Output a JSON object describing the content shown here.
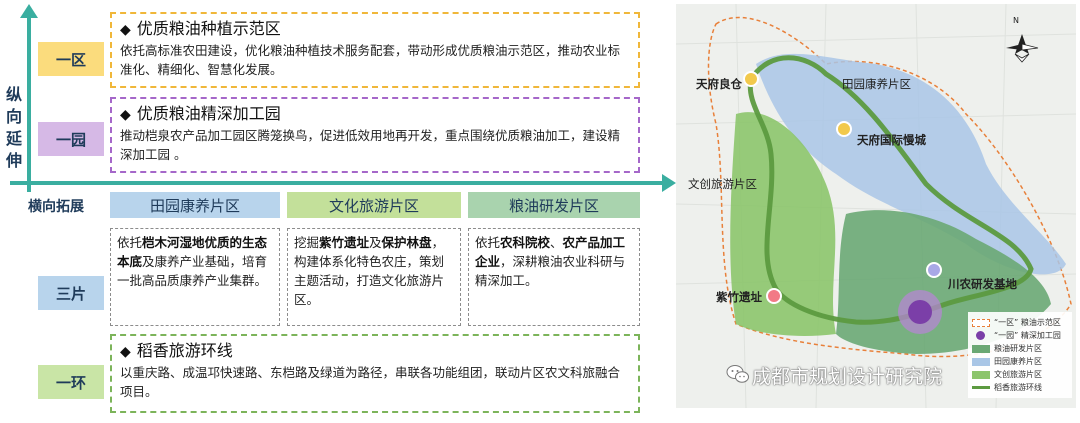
{
  "axis": {
    "vertical": "纵向延伸",
    "horizontal": "横向拓展"
  },
  "tags": [
    "一区",
    "一园",
    "三片",
    "一环"
  ],
  "sections": {
    "yiqu": {
      "bullet": "◆",
      "title": "优质粮油种植示范区",
      "body": "依托高标准农田建设，优化粮油种植技术服务配套，带动形成优质粮油示范区，推动农业标准化、精细化、智慧化发展。"
    },
    "yiyuan": {
      "bullet": "◆",
      "title": "优质粮油精深加工园",
      "body": "推动桤泉农产品加工园区腾笼换鸟，促进低效用地再开发，重点围绕优质粮油加工，建设精深加工园 。"
    },
    "yihuan": {
      "bullet": "◆",
      "title": "稻香旅游环线",
      "body": "以重庆路、成温邛快速路、东桤路及绿道为路径，串联各功能组团，联动片区农文科旅融合项目。"
    }
  },
  "zones": [
    {
      "name": "田园康养片区",
      "parts": [
        {
          "t": "依托",
          "b": false
        },
        {
          "t": "桤木河湿地优质的生态本底",
          "b": true
        },
        {
          "t": "及康养产业基础，培育一批高品质康养产业集群。",
          "b": false
        }
      ]
    },
    {
      "name": "文化旅游片区",
      "parts": [
        {
          "t": "挖掘",
          "b": false
        },
        {
          "t": "紫竹遗址",
          "b": true
        },
        {
          "t": "及",
          "b": false
        },
        {
          "t": "保护林盘",
          "b": true
        },
        {
          "t": "，构建体系化特色农庄，策划主题活动，打造文化旅游片区。",
          "b": false
        }
      ]
    },
    {
      "name": "粮油研发片区",
      "parts": [
        {
          "t": "依托",
          "b": false
        },
        {
          "t": "农科院校",
          "b": true
        },
        {
          "t": "、",
          "b": false
        },
        {
          "t": "农产品加工企业",
          "b": true
        },
        {
          "t": "，深耕粮油农业科研与精深加工。",
          "b": false
        }
      ]
    }
  ],
  "map": {
    "labels": {
      "tianfu_liangcang": "天府良仓",
      "tianyuan": "田园康养片区",
      "tianfu_guoji": "天府国际慢城",
      "wenchuang": "文创旅游片区",
      "chuannong": "川农研发基地",
      "zizhu": "紫竹遗址",
      "north": "N"
    },
    "legend": [
      {
        "text": "“一区” 粮油示范区",
        "color": "#e8803a"
      },
      {
        "text": "“一园” 精深加工园",
        "color": "#7b3fa8"
      },
      {
        "text": "粮油研发片区",
        "color": "#6aa874"
      },
      {
        "text": "田园康养片区",
        "color": "#a9c6e6"
      },
      {
        "text": "文创旅游片区",
        "color": "#8cc56c"
      },
      {
        "text": "稻香旅游环线",
        "color": "#5c9a40"
      }
    ],
    "watermark": "成都市规划设计研究院"
  }
}
